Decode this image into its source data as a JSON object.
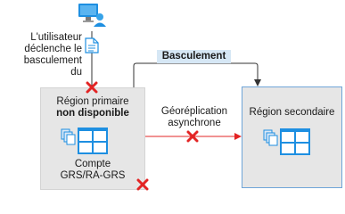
{
  "user_note": [
    "L'utilisateur",
    "déclenche le",
    "basculement du"
  ],
  "failover_label": "Basculement",
  "primary": {
    "title": "Région primaire",
    "status": "non disponible",
    "account_lines": [
      "Compte",
      "GRS/RA-GRS"
    ]
  },
  "replication_lines": [
    "Géoréplication",
    "asynchrone"
  ],
  "secondary": {
    "title": "Région secondaire"
  },
  "colors": {
    "failure_red": "#e32424",
    "arrow_gray": "#333333",
    "secondary_border": "#6fa5d8",
    "failover_tag_bg": "#d6e7f5",
    "monitor_blue": "#1e8fe1"
  },
  "icons": [
    "user-monitor-icon",
    "document-icon",
    "storage-account-icon",
    "failure-x-icon"
  ]
}
